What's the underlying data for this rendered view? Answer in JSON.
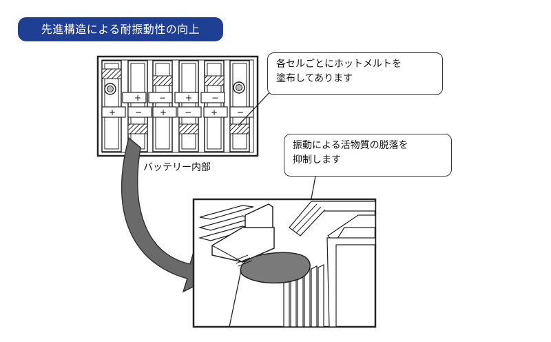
{
  "title": "先進構造による耐振動性の向上",
  "callouts": {
    "hotmelt": {
      "line1": "各セルごとにホットメルトを",
      "line2": "塗布してあります"
    },
    "vibration": {
      "line1": "振動による活物質の脱落を",
      "line2": "抑制します"
    }
  },
  "battery": {
    "caption": "バッテリー内部",
    "upper_signs": [
      "+",
      "−",
      "+",
      "−"
    ],
    "lower_signs": [
      "+",
      "−",
      "+",
      "−",
      "+",
      "−"
    ]
  },
  "colors": {
    "title_bg": "#1f3f95",
    "arrow": "#666666",
    "hotmelt": "#7a7a7a"
  }
}
